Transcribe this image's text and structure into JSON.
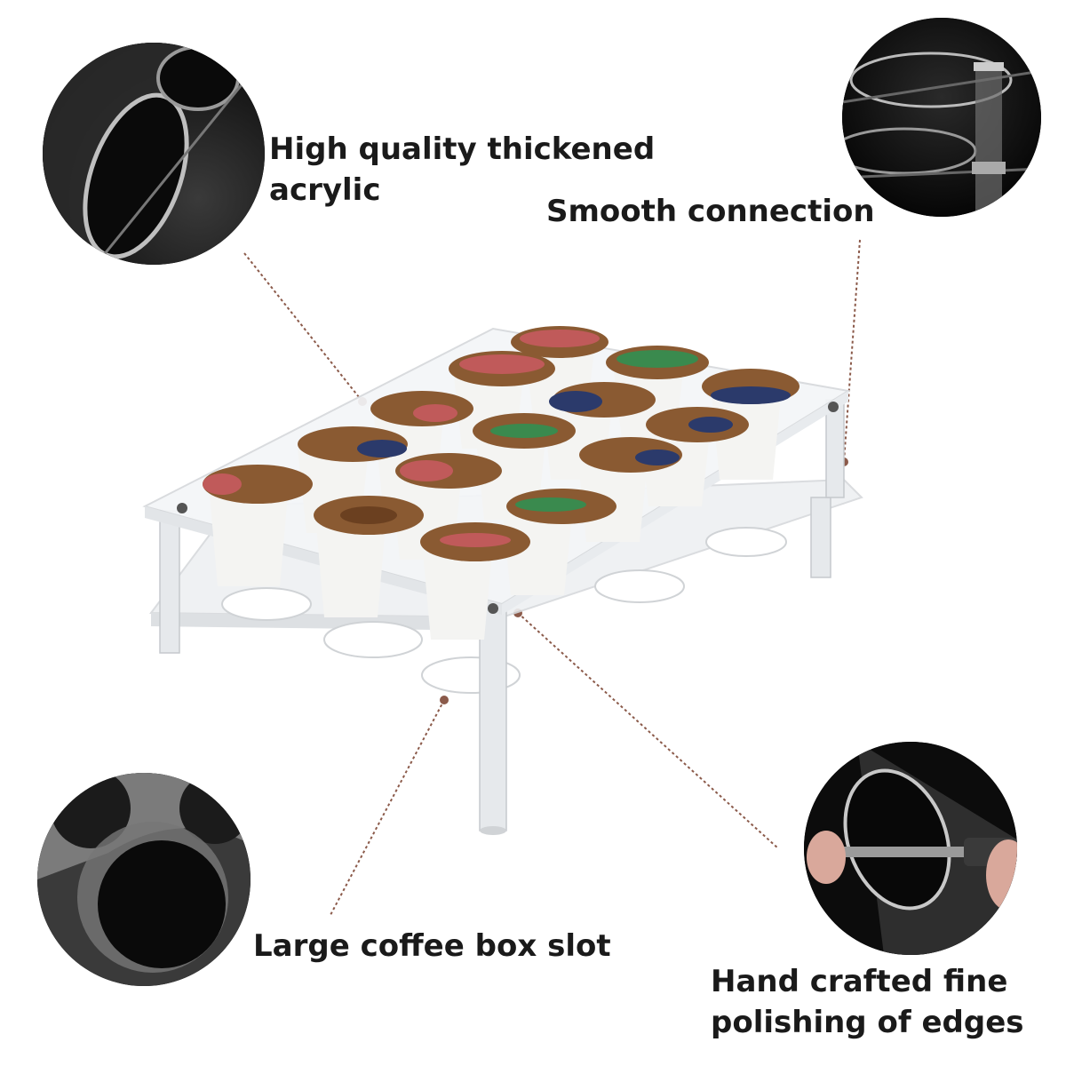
{
  "callouts": {
    "acrylic": {
      "line1": "High quality thickened",
      "line2": "acrylic"
    },
    "connection": {
      "label": "Smooth connection"
    },
    "slot": {
      "label": "Large coffee box slot"
    },
    "polishing": {
      "line1": "Hand crafted fine",
      "line2": "polishing of edges"
    }
  },
  "colors": {
    "leader_line": "#8b5a4a",
    "pod_lid_brown": "#8a5a32",
    "pod_cup": "#f4f4f2",
    "acrylic_edge": "#d6d9dc"
  },
  "icons": {
    "acrylic_detail": "acrylic-sheet-closeup",
    "connection_detail": "screw-post-closeup",
    "slot_detail": "slot-hole-closeup",
    "polishing_detail": "hand-screwing-closeup"
  }
}
